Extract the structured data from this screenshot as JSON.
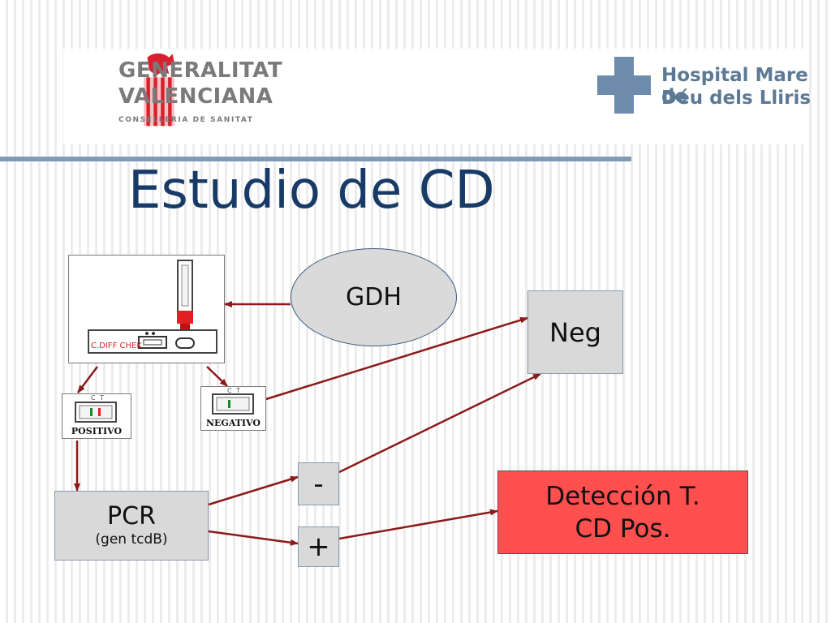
{
  "title": "Estudio de CD",
  "header": {
    "left_logo": {
      "icon": "generalitat-bat-crest-icon",
      "name_line1": "GENERALITAT",
      "name_line2": "VALENCIANA",
      "subtitle": "CONSELLERIA DE SANITAT"
    },
    "right_logo": {
      "icon": "hospital-cross-icon",
      "name_line1": "Hospital Mare de",
      "name_line2": "Déu dels Lliris"
    }
  },
  "diagram": {
    "gdh": "GDH",
    "neg": "Neg",
    "pcr": {
      "label": "PCR",
      "sub": "(gen tcdB)"
    },
    "minus": "-",
    "plus": "+",
    "detection": {
      "line1": "Detección T.",
      "line2": "CD Pos."
    },
    "device_label": "C.DIFF CHEK",
    "strip_positive": {
      "label": "POSITIVO",
      "c": "C",
      "t": "T"
    },
    "strip_negative": {
      "label": "NEGATIVO",
      "c": "C",
      "t": "T"
    }
  },
  "colors": {
    "title": "#173a66",
    "arrow": "#8b1a1a",
    "detection_fill": "#ff4f4f",
    "node_fill": "#d9d9d9",
    "title_rule": "#7f9bb8"
  }
}
